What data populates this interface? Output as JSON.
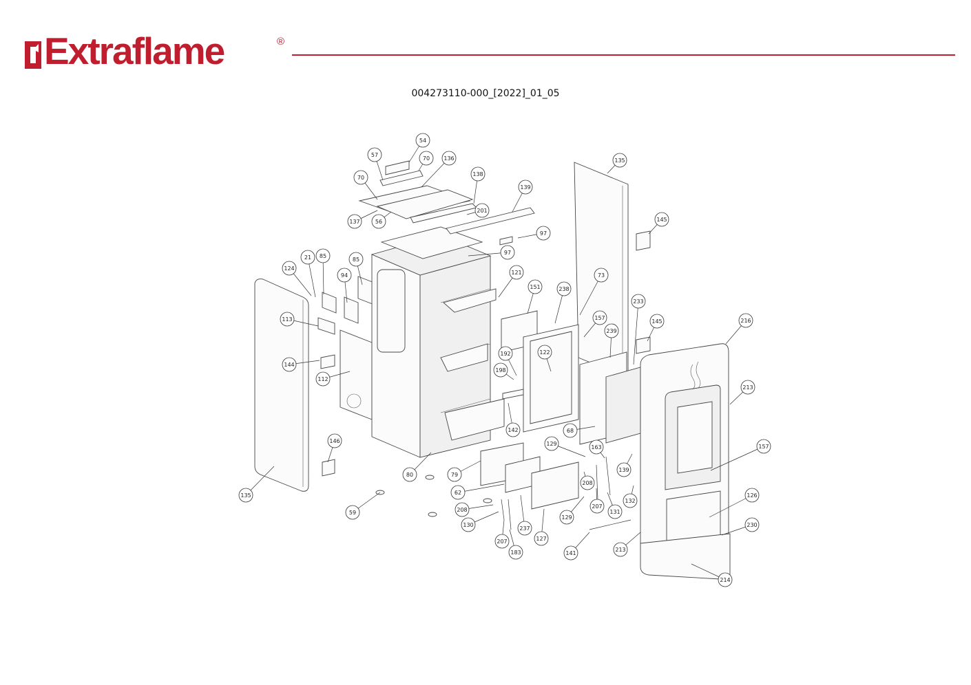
{
  "brand": {
    "name": "Extraflame",
    "registered_mark": "®",
    "brand_color": "#be1e2d"
  },
  "document_code": "004273110-000_[2022]_01_05",
  "callouts": [
    "54",
    "57",
    "70",
    "136",
    "70",
    "138",
    "139",
    "137",
    "56",
    "201",
    "135",
    "97",
    "97",
    "145",
    "124",
    "21",
    "85",
    "85",
    "94",
    "121",
    "151",
    "238",
    "73",
    "233",
    "113",
    "157",
    "239",
    "145",
    "216",
    "144",
    "112",
    "192",
    "122",
    "198",
    "213",
    "142",
    "68",
    "129",
    "163",
    "157",
    "146",
    "139",
    "80",
    "79",
    "208",
    "62",
    "132",
    "126",
    "135",
    "59",
    "208",
    "130",
    "207",
    "131",
    "129",
    "237",
    "127",
    "230",
    "207",
    "183",
    "141",
    "213",
    "214"
  ]
}
